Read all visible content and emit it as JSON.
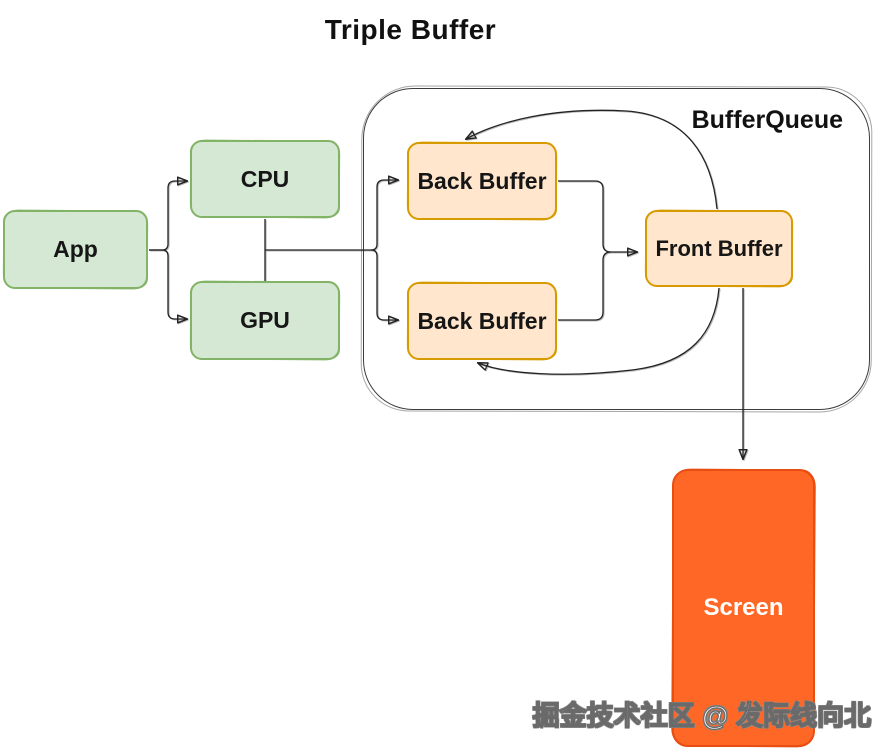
{
  "title": "Triple Buffer",
  "diagram": {
    "container_label": "BufferQueue",
    "nodes": {
      "app": "App",
      "cpu": "CPU",
      "gpu": "GPU",
      "back_buffer_top": "Back Buffer",
      "back_buffer_bottom": "Back Buffer",
      "front_buffer": "Front Buffer",
      "screen": "Screen"
    },
    "edges": [
      "App -> CPU",
      "App -> GPU",
      "CPU <-> GPU",
      "CPU/GPU -> Back Buffer (top)",
      "CPU/GPU -> Back Buffer (bottom)",
      "Back Buffer (top) -> Front Buffer",
      "Back Buffer (bottom) -> Front Buffer",
      "Front Buffer -> Back Buffer (top)",
      "Front Buffer -> Back Buffer (bottom)",
      "Front Buffer -> Screen"
    ]
  },
  "colors": {
    "node_green_fill": "#d5e8d4",
    "node_green_stroke": "#82b366",
    "node_orange_fill": "#ffe6cc",
    "node_orange_stroke": "#d79b00",
    "screen_fill": "#ff6726",
    "screen_stroke": "#e84e12",
    "connector": "#232323",
    "container_stroke": "#3d3d3d",
    "title_text": "#111111",
    "screen_text": "#ffffff"
  },
  "watermark": "掘金技术社区 @ 发际线向北"
}
